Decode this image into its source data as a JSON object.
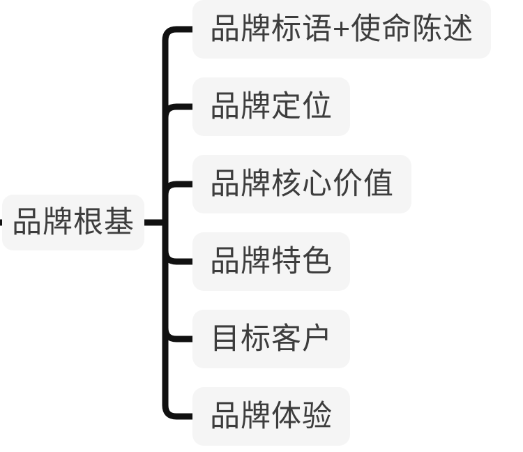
{
  "diagram": {
    "type": "mindmap",
    "root": {
      "label": "品牌根基"
    },
    "children": [
      {
        "label": "品牌标语+使命陈述"
      },
      {
        "label": "品牌定位"
      },
      {
        "label": "品牌核心价值"
      },
      {
        "label": "品牌特色"
      },
      {
        "label": "目标客户"
      },
      {
        "label": "品牌体验"
      }
    ],
    "colors": {
      "background": "#ffffff",
      "node_bg": "#f5f5f5",
      "node_text": "#3d3d3d",
      "line": "#111111"
    }
  }
}
